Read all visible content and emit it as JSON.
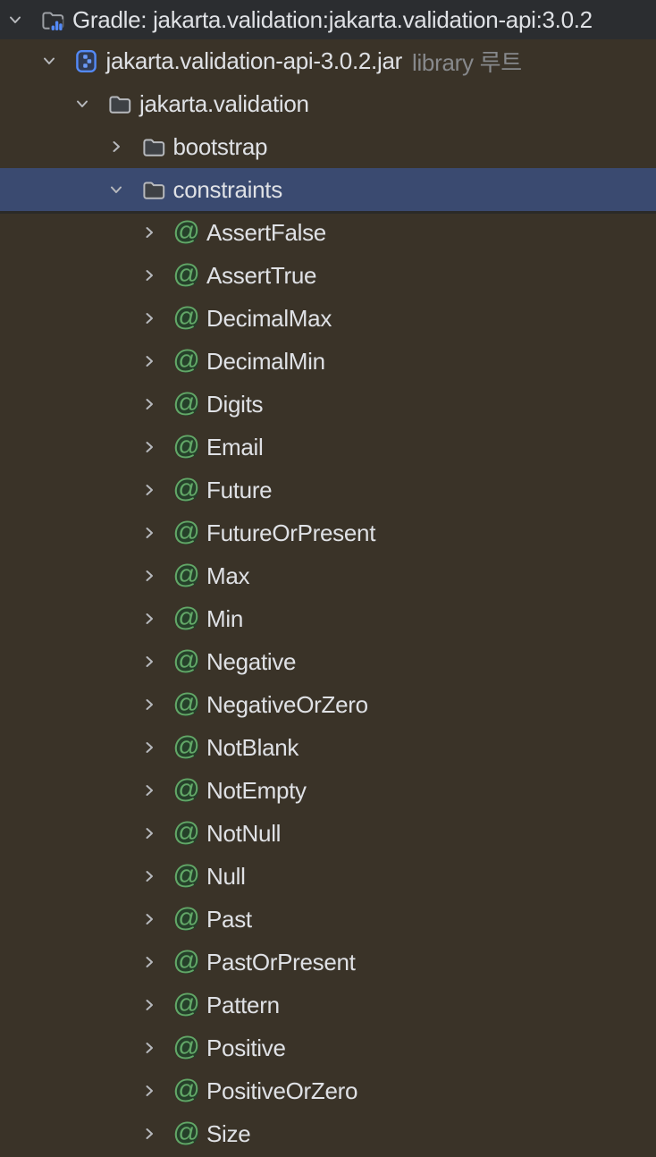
{
  "window": {
    "title": "Gradle external library tree"
  },
  "colors": {
    "header_bg": "#2b2d30",
    "tree_bg": "#3a3328",
    "selection_bg": "#3a4a70",
    "text": "#dfe1e5",
    "secondary_text": "#87898c",
    "chevron": "#b7b9bd",
    "folder_stroke": "#b7b9bd",
    "jar_blue": "#548af7",
    "annotation_green": "#62a767"
  },
  "tree": {
    "rows": [
      {
        "label": "Gradle: jakarta.validation:jakarta.validation-api:3.0.2",
        "icon": "gradle-library",
        "chevron": "down",
        "level": 0,
        "selected": false,
        "header": true
      },
      {
        "label": "jakarta.validation-api-3.0.2.jar",
        "suffix": "library 루트",
        "icon": "jar",
        "chevron": "down",
        "level": 1,
        "selected": false
      },
      {
        "label": "jakarta.validation",
        "icon": "folder",
        "chevron": "down",
        "level": 2,
        "selected": false
      },
      {
        "label": "bootstrap",
        "icon": "folder",
        "chevron": "right",
        "level": 3,
        "selected": false
      },
      {
        "label": "constraints",
        "icon": "folder",
        "chevron": "down",
        "level": 3,
        "selected": true
      },
      {
        "label": "AssertFalse",
        "icon": "annotation",
        "chevron": "right",
        "level": 4,
        "selected": false
      },
      {
        "label": "AssertTrue",
        "icon": "annotation",
        "chevron": "right",
        "level": 4,
        "selected": false
      },
      {
        "label": "DecimalMax",
        "icon": "annotation",
        "chevron": "right",
        "level": 4,
        "selected": false
      },
      {
        "label": "DecimalMin",
        "icon": "annotation",
        "chevron": "right",
        "level": 4,
        "selected": false
      },
      {
        "label": "Digits",
        "icon": "annotation",
        "chevron": "right",
        "level": 4,
        "selected": false
      },
      {
        "label": "Email",
        "icon": "annotation",
        "chevron": "right",
        "level": 4,
        "selected": false
      },
      {
        "label": "Future",
        "icon": "annotation",
        "chevron": "right",
        "level": 4,
        "selected": false
      },
      {
        "label": "FutureOrPresent",
        "icon": "annotation",
        "chevron": "right",
        "level": 4,
        "selected": false
      },
      {
        "label": "Max",
        "icon": "annotation",
        "chevron": "right",
        "level": 4,
        "selected": false
      },
      {
        "label": "Min",
        "icon": "annotation",
        "chevron": "right",
        "level": 4,
        "selected": false
      },
      {
        "label": "Negative",
        "icon": "annotation",
        "chevron": "right",
        "level": 4,
        "selected": false
      },
      {
        "label": "NegativeOrZero",
        "icon": "annotation",
        "chevron": "right",
        "level": 4,
        "selected": false
      },
      {
        "label": "NotBlank",
        "icon": "annotation",
        "chevron": "right",
        "level": 4,
        "selected": false
      },
      {
        "label": "NotEmpty",
        "icon": "annotation",
        "chevron": "right",
        "level": 4,
        "selected": false
      },
      {
        "label": "NotNull",
        "icon": "annotation",
        "chevron": "right",
        "level": 4,
        "selected": false
      },
      {
        "label": "Null",
        "icon": "annotation",
        "chevron": "right",
        "level": 4,
        "selected": false
      },
      {
        "label": "Past",
        "icon": "annotation",
        "chevron": "right",
        "level": 4,
        "selected": false
      },
      {
        "label": "PastOrPresent",
        "icon": "annotation",
        "chevron": "right",
        "level": 4,
        "selected": false
      },
      {
        "label": "Pattern",
        "icon": "annotation",
        "chevron": "right",
        "level": 4,
        "selected": false
      },
      {
        "label": "Positive",
        "icon": "annotation",
        "chevron": "right",
        "level": 4,
        "selected": false
      },
      {
        "label": "PositiveOrZero",
        "icon": "annotation",
        "chevron": "right",
        "level": 4,
        "selected": false
      },
      {
        "label": "Size",
        "icon": "annotation",
        "chevron": "right",
        "level": 4,
        "selected": false
      }
    ]
  }
}
